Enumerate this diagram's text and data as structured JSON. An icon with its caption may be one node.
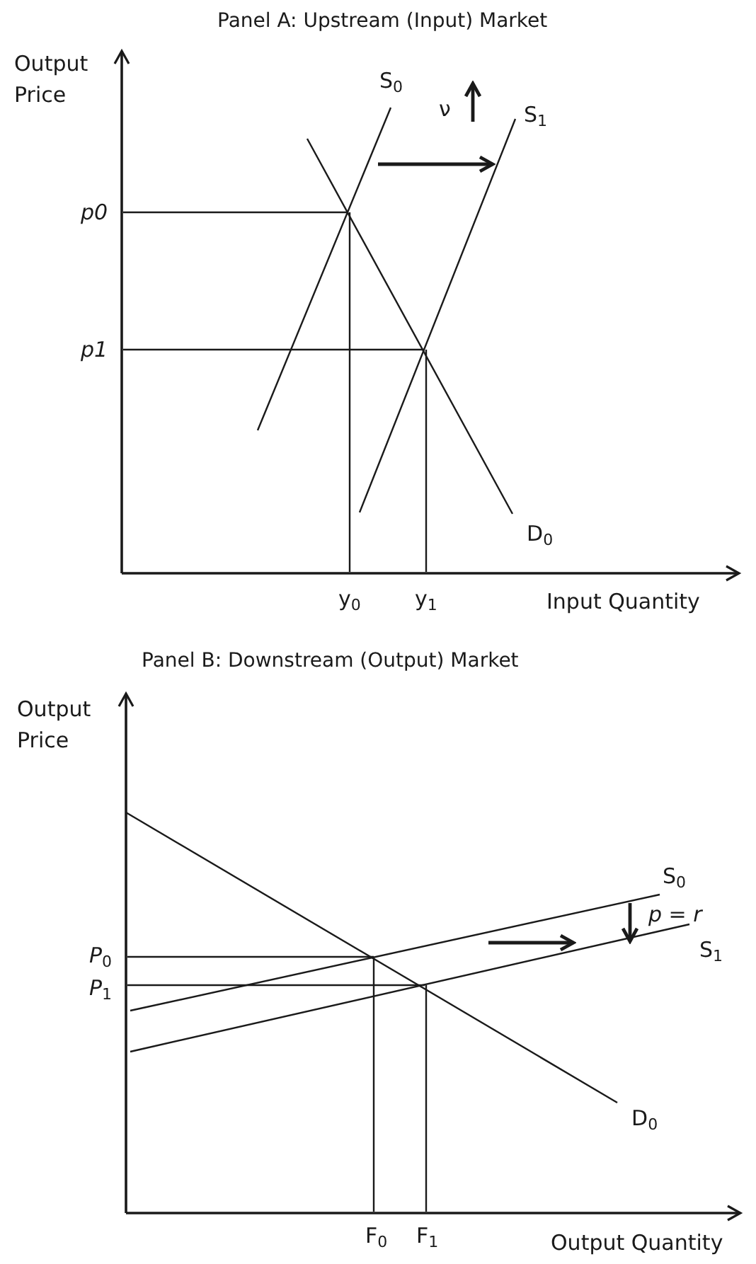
{
  "diagram": {
    "labels": [
      "Panel A: Upstream (Input) Market",
      "Output Price",
      "S$_{0}$",
      "ν",
      "S$_{1}$",
      "p0",
      "p1",
      "D$_{0}$",
      "y$_{0}$",
      "y$_{1}$",
      "Input Quantity",
      "Panel B: Downstream (Output) Market",
      "Output Price",
      "S$_{0}$",
      "*p* = *r*",
      "*P*$_{0}$",
      "S$_{1}$",
      "*P*$_{1}$",
      "D$_{0}$",
      "F$_{0}$",
      "F$_{1}$",
      "Output Quantity"
    ]
  }
}
